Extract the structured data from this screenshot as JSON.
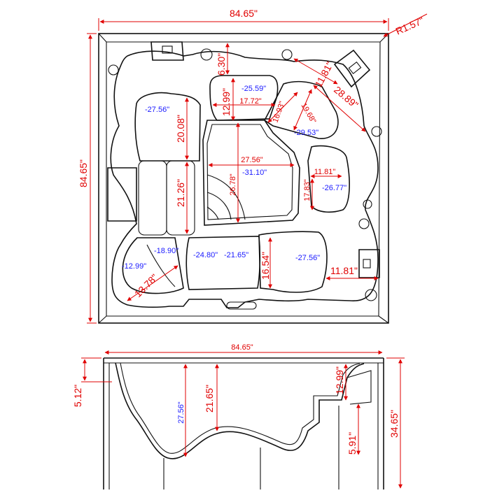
{
  "top_view": {
    "overall_width": "84.65\"",
    "overall_depth": "84.65\"",
    "corner_radius": "R1.57\"",
    "labels_red": {
      "d_630": "6.30\"",
      "d_1181_top": "11.81\"",
      "d_2889": "28.89\"",
      "d_1299": "12.99\"",
      "d_2008": "20.08\"",
      "d_2126": "21.26\"",
      "d_1654": "16.54\"",
      "d_1181_right": "11.81\"",
      "d_1378": "13.78\""
    },
    "labels_small_red": {
      "d_1772": "17.72\"",
      "d_1693": "16.93\"",
      "d_1968": "19.68\"",
      "d_2756_mid": "27.56\"",
      "d_2678": "26.78\"",
      "d_1181_mid": "11.81\"",
      "d_1783": "17.83\""
    },
    "labels_blue": {
      "s_2559": "-25.59\"",
      "s_2756_left": "-27.56\"",
      "s_2953": "-29.53\"",
      "s_3110": "-31.10\"",
      "s_2677": "-26.77\"",
      "s_1890": "-18.90\"",
      "s_2480": "-24.80\"",
      "s_2165": "-21.65\"",
      "s_2756_right": "-27.56\"",
      "s_1299": "-12.99\""
    }
  },
  "side_view": {
    "overall_width": "84.65\"",
    "rim": "5.12\"",
    "height": "34.65\"",
    "depth_2165": "21.65\"",
    "depth_2756": "27.56\"",
    "step_1299": "12.99\"",
    "step_591": "5.91\""
  }
}
